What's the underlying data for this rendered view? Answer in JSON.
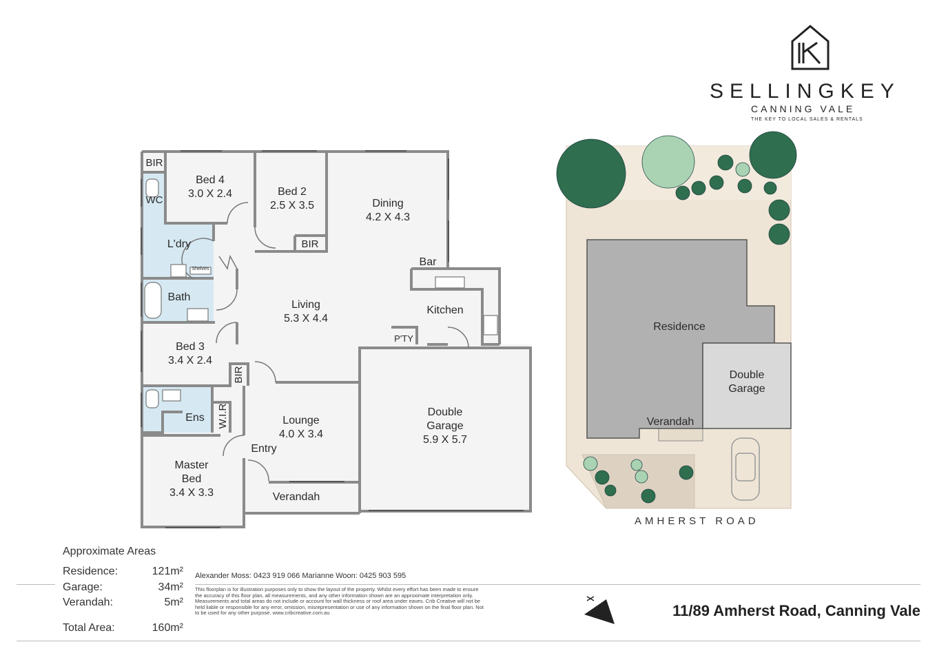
{
  "brand": {
    "name": "SELLINGKEY",
    "location": "CANNING VALE",
    "tagline": "THE KEY TO LOCAL SALES & RENTALS",
    "logo_icon": "house-key-icon"
  },
  "floor_plan": {
    "rooms": {
      "bir_top": "BIR",
      "bed4": {
        "name": "Bed 4",
        "size": "3.0 X 2.4"
      },
      "bed2": {
        "name": "Bed 2",
        "size": "2.5 X 3.5"
      },
      "bir_bed2": "BIR",
      "dining": {
        "name": "Dining",
        "size": "4.2 X 4.3"
      },
      "wc": "WC",
      "laundry": "L'dry",
      "shelves": "Shelves",
      "bath": "Bath",
      "bar": "Bar",
      "living": {
        "name": "Living",
        "size": "5.3 X 4.4"
      },
      "kitchen": "Kitchen",
      "pantry": "P'TY",
      "bed3": {
        "name": "Bed 3",
        "size": "3.4 X 2.4"
      },
      "bir_bed3": "BIR",
      "ens": "Ens",
      "wir": "W.I.R",
      "lounge": {
        "name": "Lounge",
        "size": "4.0 X 3.4"
      },
      "garage": {
        "name_line1": "Double",
        "name_line2": "Garage",
        "size": "5.9 X 5.7"
      },
      "entry": "Entry",
      "master": {
        "name_line1": "Master",
        "name_line2": "Bed",
        "size": "3.4 X 3.3"
      },
      "verandah": "Verandah"
    },
    "colors": {
      "wall": "#8a8a8a",
      "floor": "#f4f4f4",
      "tile": "#d6e9f3"
    }
  },
  "site_plan": {
    "residence": "Residence",
    "garage_line1": "Double",
    "garage_line2": "Garage",
    "verandah": "Verandah",
    "road": "AMHERST ROAD",
    "colors": {
      "lot": "#efe5d6",
      "residence": "#b1b1b1",
      "garage": "#d9d9d9",
      "tree_dark": "#2f6e4e",
      "tree_light": "#a9d3b3"
    }
  },
  "areas": {
    "title": "Approximate Areas",
    "rows": [
      {
        "label": "Residence:",
        "value": "121m²"
      },
      {
        "label": "Garage:",
        "value": "34m²"
      },
      {
        "label": "Verandah:",
        "value": "5m²"
      },
      {
        "label": "Total Area:",
        "value": "160m²"
      }
    ]
  },
  "contacts": "Alexander Moss: 0423 919 066   Marianne Woon: 0425 903 595",
  "disclaimer": "This floorplan is for illustration purposes only to show the layout of the property. Whilst every effort has been made to ensure the accuracy of this floor plan, all measurements, and any other information shown are an approximate interpretation only. Measurements and total areas do not include or account for wall thickness or roof area under eaves. Crib Creative will not be held liable or responsible for any error, omission, misrepresentation or use of any information shown on the final floor plan. Not to be used for any other purpose. www.cribcreative.com.au",
  "address": "11/89 Amherst Road, Canning Vale",
  "north_icon": "north-arrow-icon"
}
